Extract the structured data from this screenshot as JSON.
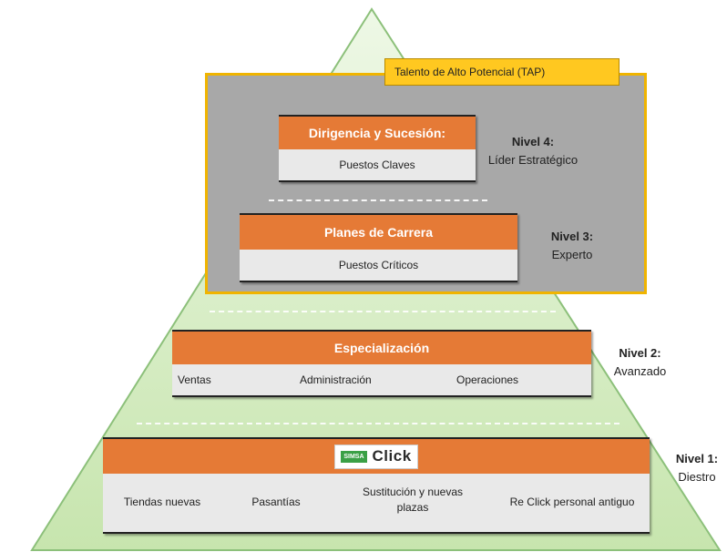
{
  "tap": {
    "label": "Talento de Alto Potencial (TAP)"
  },
  "colors": {
    "pyramid": "#c8e6b0",
    "pyramid_edge": "#7fb36a",
    "tap_fill": "#a8a8a8",
    "tap_border": "#f0b400",
    "header": "#e57a36",
    "body": "#e9e9e9"
  },
  "level4": {
    "header": "Dirigencia y Sucesión:",
    "items": [
      "Puestos Claves"
    ],
    "number": "Nivel 4:",
    "name": "Líder Estratégico"
  },
  "level3": {
    "header": "Planes de Carrera",
    "items": [
      "Puestos Críticos"
    ],
    "number": "Nivel 3:",
    "name": "Experto"
  },
  "level2": {
    "header": "Especialización",
    "items": [
      "Ventas",
      "Administración",
      "Operaciones"
    ],
    "number": "Nivel 2:",
    "name": "Avanzado"
  },
  "level1": {
    "logo_mark": "SIMSA",
    "logo_text": "Click",
    "items": [
      "Tiendas nuevas",
      "Pasantías",
      "Sustitución y nuevas plazas",
      "Re Click personal antiguo"
    ],
    "number": "Nivel 1:",
    "name": "Diestro"
  }
}
